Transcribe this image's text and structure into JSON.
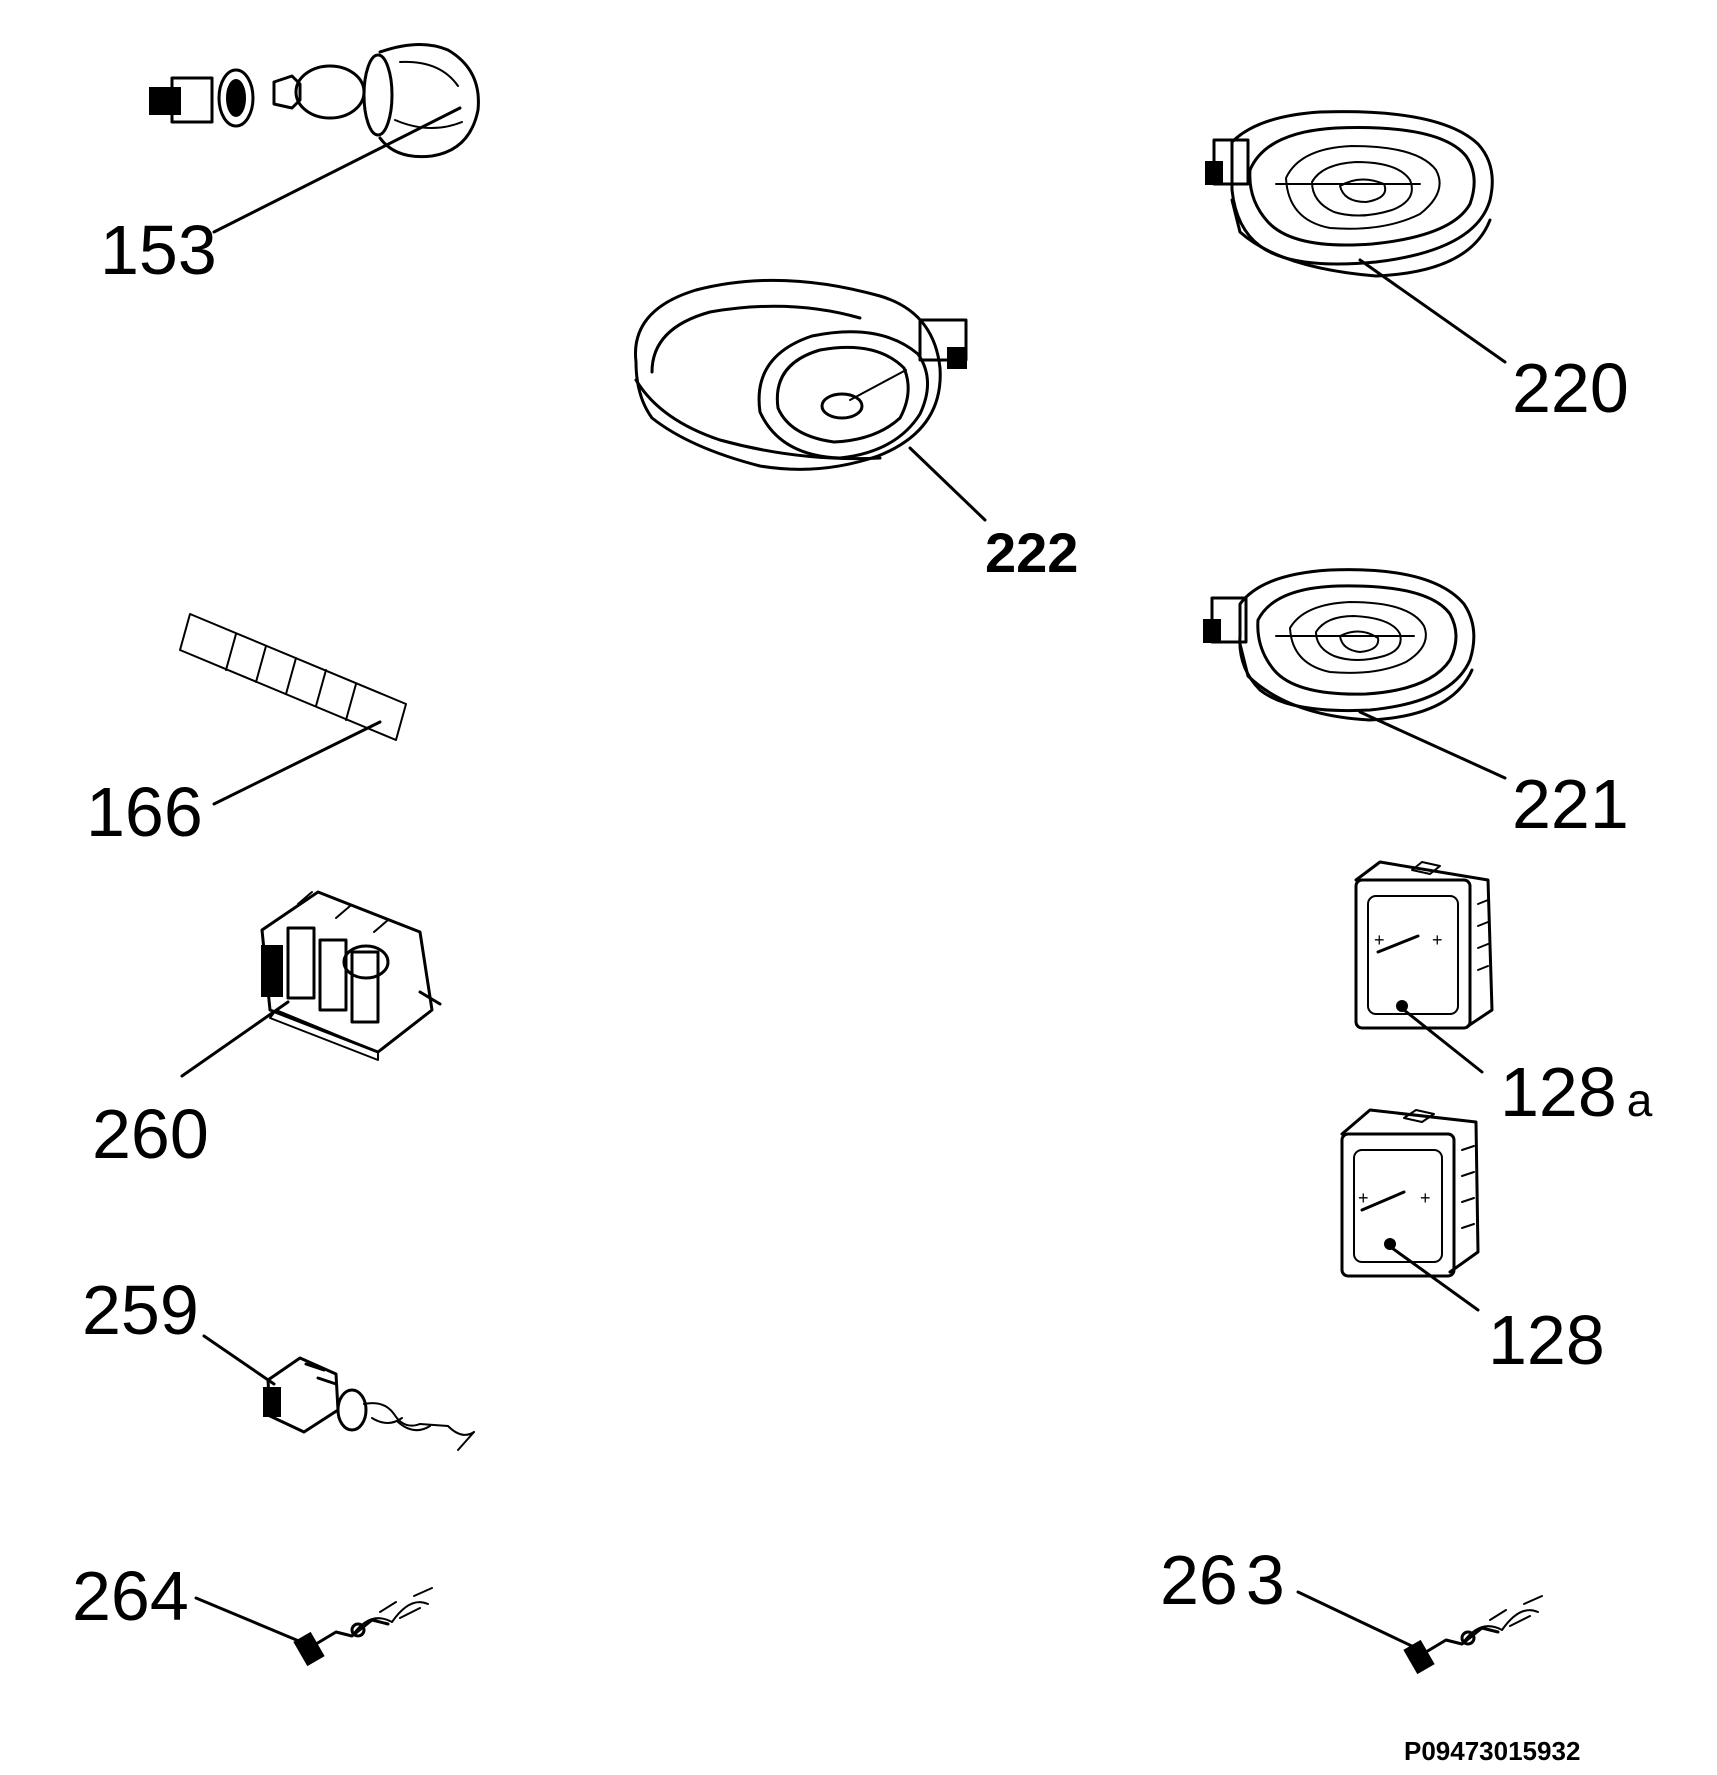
{
  "callouts": {
    "c153": "153",
    "c220": "220",
    "c222": "222",
    "c166": "166",
    "c221": "221",
    "c260": "260",
    "c128a_num": "128",
    "c128a_suffix": "a",
    "c128": "128",
    "c259": "259",
    "c264": "264",
    "c263_a": "26",
    "c263_b": "3"
  },
  "document_id": "P09473015932",
  "colors": {
    "ink": "#000000",
    "paper": "#ffffff"
  }
}
